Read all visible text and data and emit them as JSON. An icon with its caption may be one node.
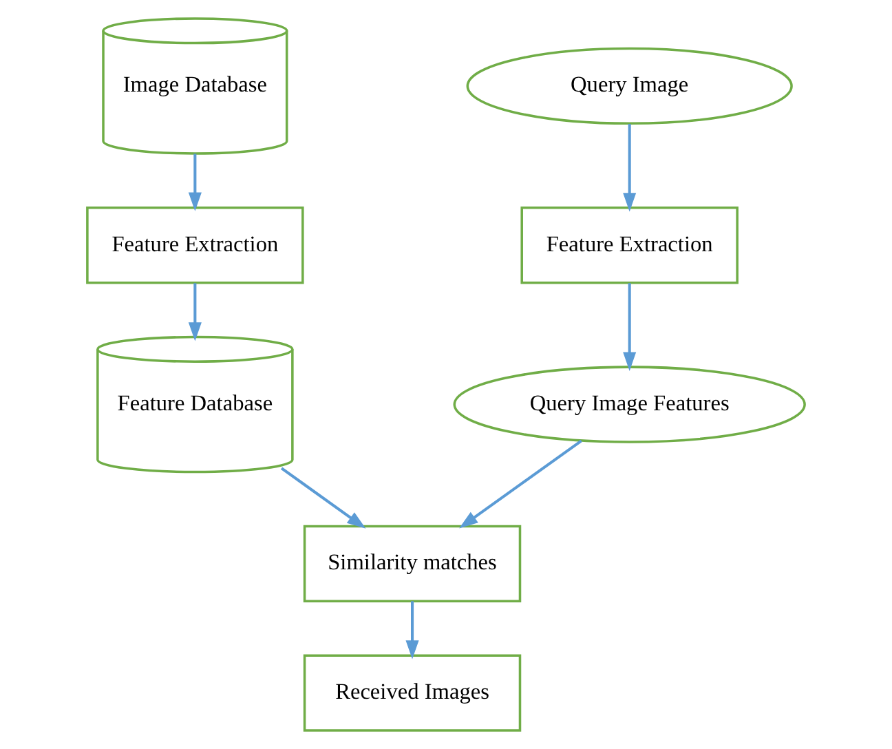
{
  "diagram": {
    "nodes": [
      {
        "text": [
          "Image Database"
        ]
      },
      {
        "text": [
          "Query Image"
        ]
      },
      {
        "text": [
          "Feature Extraction"
        ]
      },
      {
        "text": [
          "Feature Extraction"
        ]
      },
      {
        "text": [
          "Feature Database"
        ]
      },
      {
        "text": [
          "Query Image Features"
        ]
      },
      {
        "text": [
          "Similarity matches"
        ]
      },
      {
        "text": [
          "Received Images"
        ]
      }
    ],
    "edges": [
      {
        "from": 0,
        "to": 2,
        "arrow": "to"
      },
      {
        "from": 1,
        "to": 3,
        "arrow": "to"
      },
      {
        "from": 2,
        "to": 4,
        "arrow": "to"
      },
      {
        "from": 3,
        "to": 5,
        "arrow": "to"
      },
      {
        "from": 4,
        "to": 6,
        "arrow": "to"
      },
      {
        "from": 5,
        "to": 6,
        "arrow": "to"
      },
      {
        "from": 6,
        "to": 7,
        "arrow": "to"
      }
    ]
  }
}
